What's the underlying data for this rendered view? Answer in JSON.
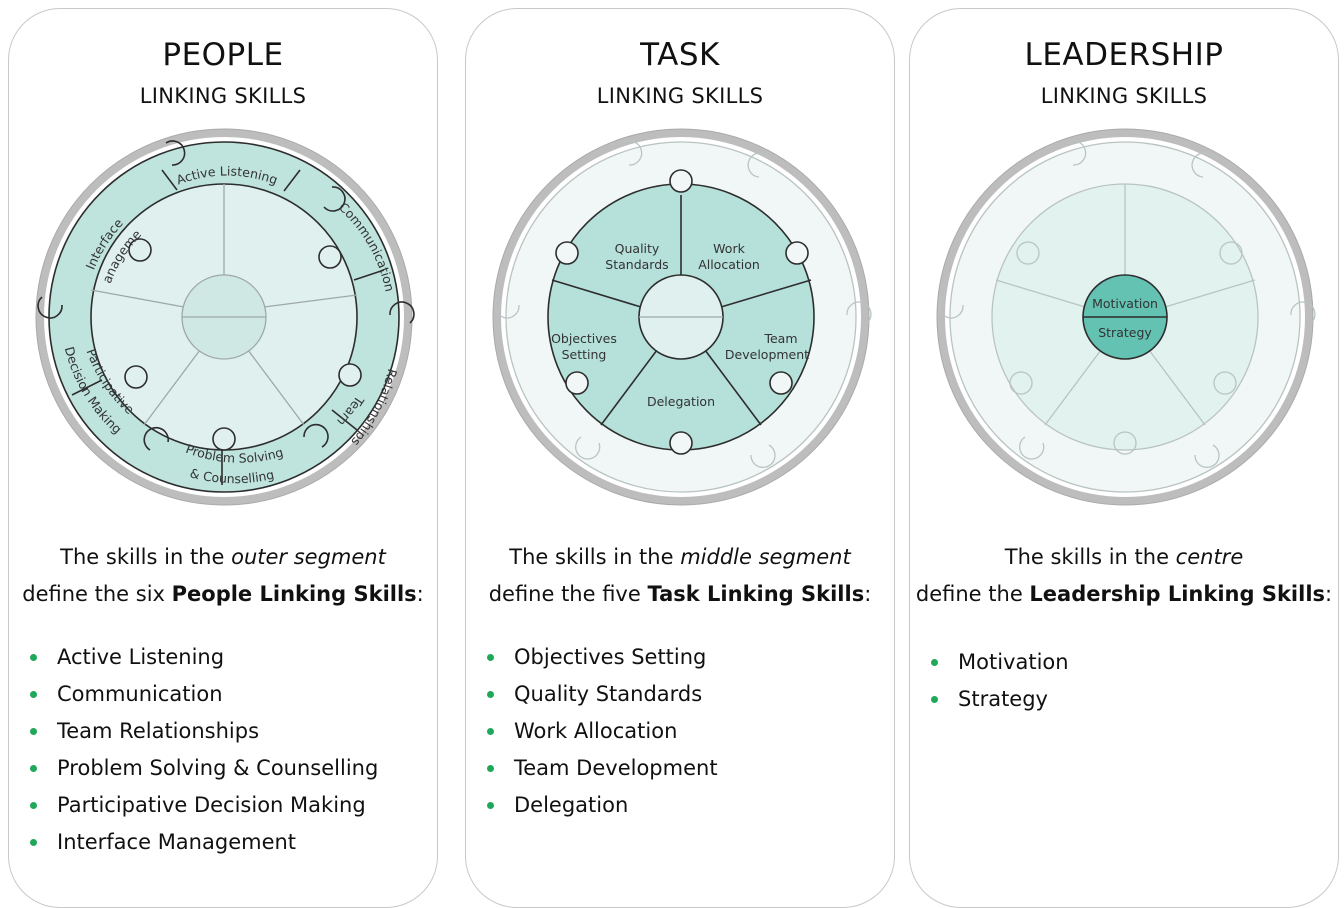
{
  "colors": {
    "panel_border": "#c9c9c9",
    "ring_gray": "#bdbdbe",
    "teal_light": "#dff0ee",
    "teal_mid": "#b6e0da",
    "teal_dark": "#63c2b2",
    "outline": "#2d2d2d",
    "bullet": "#1fa85a"
  },
  "panels": {
    "people": {
      "title": "PEOPLE",
      "subtitle": "LINKING SKILLS",
      "desc_line1_pre": "The skills in the ",
      "desc_line1_em": "outer segment",
      "desc_line2_pre": "define the six ",
      "desc_line2_strong": "People Linking Skills",
      "desc_line2_post": ":",
      "wheel_labels": {
        "active_listening": "Active Listening",
        "communication": "Communication",
        "team_relationships_1": "Team",
        "team_relationships_2": "Relationships",
        "problem_solving_1": "Problem Solving",
        "problem_solving_2": "& Counselling",
        "participative_1": "Participative",
        "participative_2": "Decision Making",
        "interface_1": "Interface",
        "interface_2": "Management"
      },
      "skills": [
        "Active Listening",
        "Communication",
        "Team Relationships",
        "Problem Solving & Counselling",
        "Participative Decision Making",
        "Interface Management"
      ]
    },
    "task": {
      "title": "TASK",
      "subtitle": "LINKING SKILLS",
      "desc_line1_pre": "The skills in the ",
      "desc_line1_em": "middle segment",
      "desc_line2_pre": "define the five ",
      "desc_line2_strong": "Task Linking Skills",
      "desc_line2_post": ":",
      "wheel_labels": {
        "quality_1": "Quality",
        "quality_2": "Standards",
        "work_1": "Work",
        "work_2": "Allocation",
        "team_dev_1": "Team",
        "team_dev_2": "Development",
        "delegation": "Delegation",
        "objectives_1": "Objectives",
        "objectives_2": "Setting"
      },
      "skills": [
        "Objectives Setting",
        "Quality Standards",
        "Work Allocation",
        "Team Development",
        "Delegation"
      ]
    },
    "leadership": {
      "title": "LEADERSHIP",
      "subtitle": "LINKING SKILLS",
      "desc_line1_pre": "The skills in the ",
      "desc_line1_em": "centre",
      "desc_line2_pre": "define the ",
      "desc_line2_strong": "Leadership Linking Skills",
      "desc_line2_post": ":",
      "wheel_labels": {
        "motivation": "Motivation",
        "strategy": "Strategy"
      },
      "skills": [
        "Motivation",
        "Strategy"
      ]
    }
  }
}
